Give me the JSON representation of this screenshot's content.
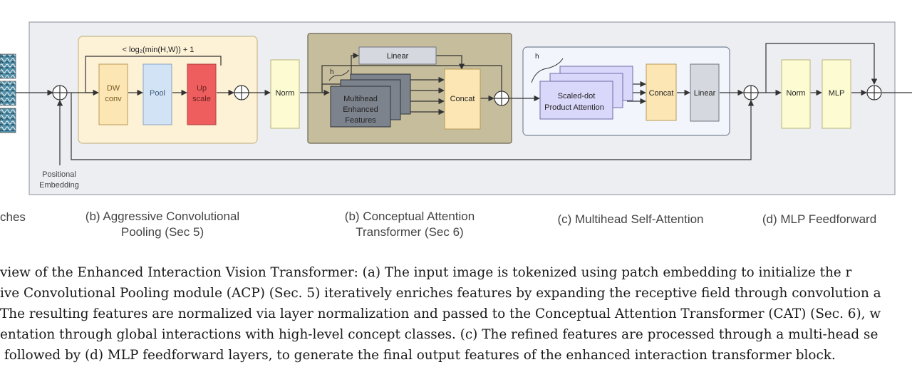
{
  "diagram": {
    "colors": {
      "outer_bg": "#eceef2",
      "acp_bg": "#fdf2d6",
      "cat_bg": "#c6bd9c",
      "msa_bg": "#f2f5fc",
      "dw": "#fce6b4",
      "pool": "#d2e3f6",
      "upscale": "#ee5e5e",
      "norm": "#fdfbd2",
      "linear": "#d5d8de",
      "concat": "#fce6b4",
      "mhef": "#7d838d",
      "sdpa": "#d9d7fa"
    },
    "acp_loop_label": "< log₂(min(H,W)) + 1",
    "dw_conv_line1": "DW",
    "dw_conv_line2": "conv",
    "pool_label": "Pool",
    "upscale_line1": "Up",
    "upscale_line2": "scale",
    "norm1_label": "Norm",
    "cat_linear_label": "Linear",
    "cat_h_label": "h",
    "mhef_line1": "Multihead",
    "mhef_line2": "Enhanced",
    "mhef_line3": "Features",
    "cat_concat_label": "Concat",
    "msa_h_label": "h",
    "sdpa_line1": "Scaled-dot",
    "sdpa_line2": "Product Attention",
    "msa_concat_label": "Concat",
    "msa_linear_label": "Linear",
    "norm2_label": "Norm",
    "mlp_label": "MLP",
    "pos_emb_line1": "Positional",
    "pos_emb_line2": "Embedding"
  },
  "subcaptions": {
    "a_partial": "ches",
    "b1_line1": "(b) Aggressive Convolutional",
    "b1_line2": "Pooling (Sec 5)",
    "b2_line1": "(b) Conceptual Attention",
    "b2_line2": "Transformer (Sec 6)",
    "c": "(c) Multihead Self-Attention",
    "d": "(d) MLP Feedforward"
  },
  "caption": {
    "line1": "view of the Enhanced Interaction Vision Transformer: (a) The input image is tokenized using patch embedding to initialize the r",
    "line2": "ive Convolutional Pooling module (ACP) (Sec. 5) iteratively enriches features by expanding the receptive field through convolution a",
    "line3": "The resulting features are normalized via layer normalization and passed to the Conceptual Attention Transformer (CAT) (Sec. 6), w",
    "line4": "entation through global interactions with high-level concept classes. (c) The refined features are processed through a multi-head se",
    "line5": "followed by (d) MLP feedforward layers, to generate the final output features of the enhanced interaction transformer block."
  }
}
